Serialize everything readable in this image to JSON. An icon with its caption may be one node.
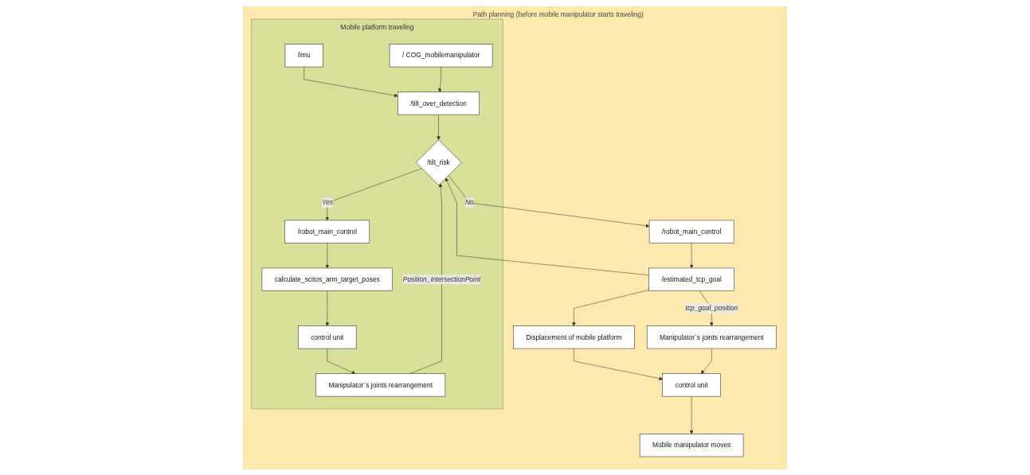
{
  "diagram": {
    "nodes": [
      {
        "text": [
          "Path planning (before mobile manipulator starts traveling)"
        ]
      },
      {
        "text": [
          "Mobile platform traveling"
        ],
        "in": 0
      },
      {
        "text": [
          "/imu"
        ],
        "in": 1
      },
      {
        "text": [
          "/ COG_mobilemanipulator"
        ],
        "in": 1
      },
      {
        "text": [
          "/tilt_over_detection"
        ],
        "in": 1
      },
      {
        "text": [
          "/tilt_risk"
        ],
        "in": 1
      },
      {
        "text": [
          "/estimated_tcp_goal"
        ],
        "in": 0
      },
      {
        "text": [
          "/robot_main_control"
        ],
        "in": 0
      },
      {
        "text": [
          "/robot_main_control"
        ],
        "in": 1
      },
      {
        "text": [
          "Displacement of mobile platform"
        ],
        "in": 0
      },
      {
        "text": [
          "Manipulator´s joints rearrangement"
        ],
        "in": 0
      },
      {
        "text": [
          "calculate_scitos_arm_target_poses"
        ],
        "in": 1
      },
      {
        "text": [
          "control unit"
        ],
        "in": 0
      },
      {
        "text": [
          "control unit"
        ],
        "in": 1
      },
      {
        "text": [
          "Mobile manipulator moves"
        ],
        "in": 0
      },
      {
        "text": [
          "Manipulator´s joints rearrangement"
        ],
        "in": 1
      }
    ],
    "edges": [
      {
        "from": 2,
        "to": 4,
        "arrow": "to"
      },
      {
        "from": 3,
        "to": 4,
        "arrow": "to"
      },
      {
        "from": 4,
        "to": 5,
        "arrow": "to"
      },
      {
        "from": 6,
        "to": 5,
        "arrow": "to"
      },
      {
        "from": 15,
        "to": 5,
        "arrow": "to",
        "label": "Position_IntersectionPoint"
      },
      {
        "from": 5,
        "to": 7,
        "arrow": "to",
        "label": "No"
      },
      {
        "from": 5,
        "to": 8,
        "arrow": "to",
        "label": "Yes"
      },
      {
        "from": 7,
        "to": 6,
        "arrow": "to"
      },
      {
        "from": 6,
        "to": 9,
        "arrow": "to"
      },
      {
        "from": 6,
        "to": 10,
        "arrow": "to",
        "label": "tcp_goal_position"
      },
      {
        "from": 9,
        "to": 12,
        "arrow": "to"
      },
      {
        "from": 10,
        "to": 12,
        "arrow": "to"
      },
      {
        "from": 12,
        "to": 14,
        "arrow": "to"
      },
      {
        "from": 8,
        "to": 11,
        "arrow": "to"
      },
      {
        "from": 11,
        "to": 13,
        "arrow": "to"
      },
      {
        "from": 13,
        "to": 15,
        "arrow": "to"
      }
    ]
  }
}
